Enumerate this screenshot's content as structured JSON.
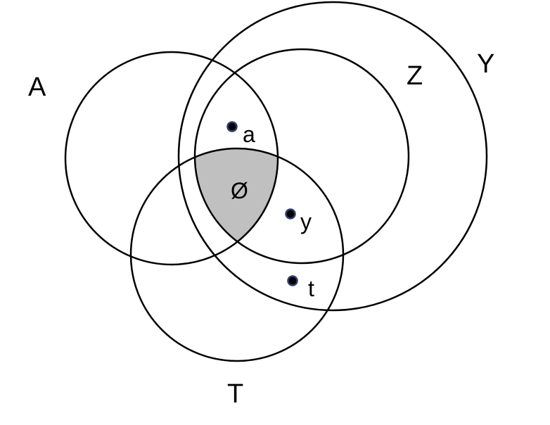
{
  "sets": {
    "A": "A",
    "Z": "Z",
    "Y": "Y",
    "T": "T"
  },
  "empty_region_label": "Ø",
  "points": {
    "a": "a",
    "y": "y",
    "t": "t"
  },
  "colors": {
    "empty_region_fill": "#c0c0c0",
    "stroke": "#000000",
    "dot_fill": "#000000",
    "dot_outline": "#2f3f6b"
  }
}
